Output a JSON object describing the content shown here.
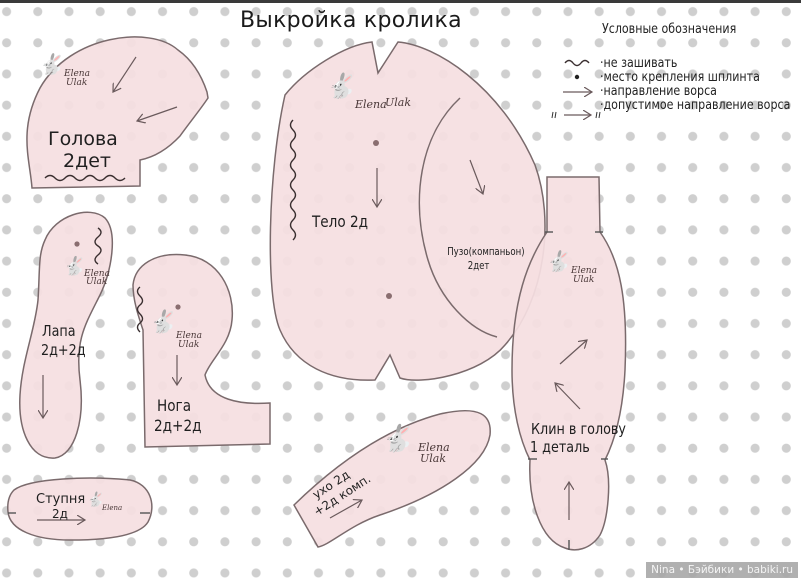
{
  "title": "Выкройка кролика",
  "legend": {
    "title": "Условные обозначения",
    "items": [
      {
        "symbol": "wavy-line",
        "label": "·не зашивать"
      },
      {
        "symbol": "dot",
        "label": "·место крепления шплинта"
      },
      {
        "symbol": "arrow",
        "label": "·направление ворса"
      },
      {
        "symbol": "arrow-with-ticks",
        "label": "·допустимое направление ворса"
      }
    ]
  },
  "pieces": {
    "head": {
      "name": "Голова",
      "count": "2дет"
    },
    "paw": {
      "name": "Лапа",
      "count": "2д+2д"
    },
    "leg": {
      "name": "Нога",
      "count": "2д+2д"
    },
    "body": {
      "name": "Тело  2д"
    },
    "belly": {
      "name": "Пузо(компаньон)",
      "count": "2дет"
    },
    "gusset": {
      "name": "Клин в голову",
      "count": "1 деталь"
    },
    "foot": {
      "name": "Ступня",
      "count": "2д"
    },
    "ear": {
      "name": "ухо  2д",
      "count": "+2д комп."
    }
  },
  "logo": {
    "line1": "Elena",
    "line2": "Ulak"
  },
  "colors": {
    "fabric": "#f5dfe1",
    "outline": "#7a6a6c",
    "dot": "#cfcfcf",
    "text": "#222222"
  },
  "watermark": "Nina • Бэйбики • babiki.ru"
}
